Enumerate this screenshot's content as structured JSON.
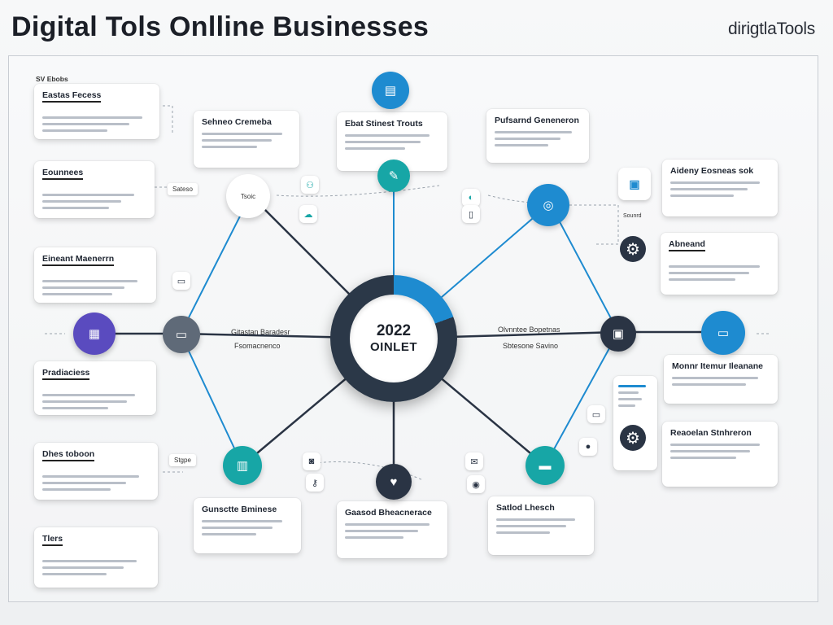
{
  "header": {
    "title": "Digital Tols Onlline Businesses",
    "brand": "dirigtlaTools"
  },
  "hub": {
    "year": "2022",
    "label": "OINLET"
  },
  "corner_label": "SV Ebobs",
  "cards_left": [
    {
      "title": "Eastas Fecess"
    },
    {
      "title": "Eounnees"
    },
    {
      "title": "Eineant Maenerrn"
    },
    {
      "title": "Pradiaciess"
    },
    {
      "title": "Dhes toboon"
    },
    {
      "title": "Tlers"
    }
  ],
  "cards_top": [
    {
      "title": "Sehneo Cremeba"
    },
    {
      "title": "Ebat Stinest Trouts"
    },
    {
      "title": "Pufsarnd Geneneron"
    }
  ],
  "cards_right": [
    {
      "title": "Aideny Eosneas sok"
    },
    {
      "title": "Abneand"
    },
    {
      "title": "Monnr Itemur Ileanane"
    },
    {
      "title": "Reaoelan Stnhreron"
    }
  ],
  "cards_bottom": [
    {
      "title": "Gunsctte Bminese"
    },
    {
      "title": "Gaasod Bheacnerace"
    },
    {
      "title": "Satlod Lhesch"
    }
  ],
  "labels": {
    "left_spoke_top": "Gitastan Baradesr",
    "left_spoke_bottom": "Fsomacnenco",
    "right_spoke_top": "Olvnntee Bopetnas",
    "right_spoke_bottom": "Sbtesone Savino",
    "tag_left_1": "Sateso",
    "tag_left_2": "Stgpe",
    "badge_right_label": "Sounrd",
    "node_top_left_label": "Tsoic"
  },
  "colors": {
    "blue": "#1e8bd0",
    "teal": "#17a6a6",
    "navy": "#2a3444",
    "purple": "#5a4bbf"
  }
}
